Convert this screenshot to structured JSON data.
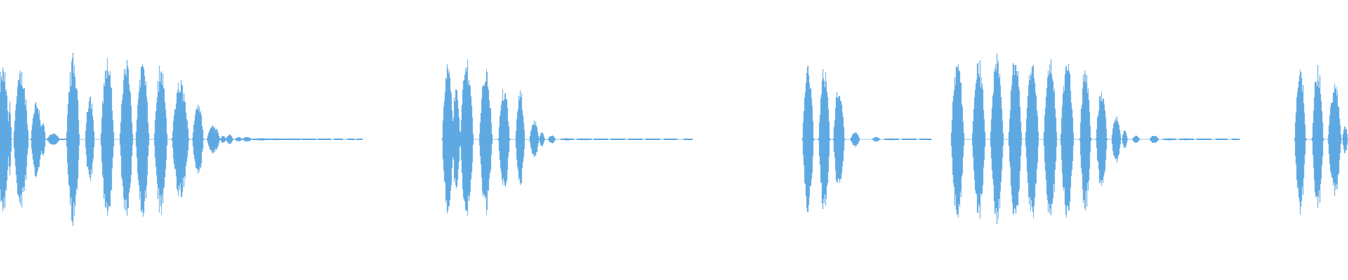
{
  "waveform": {
    "color": "#5fa9e2",
    "background": "#ffffff",
    "duration_units": 1920,
    "bursts": [
      {
        "pulses": [
          {
            "center": 4,
            "half_width": 7,
            "amp": 0.88
          },
          {
            "center": 14,
            "half_width": 2,
            "amp": 0.45
          },
          {
            "center": 30,
            "half_width": 8,
            "amp": 0.82
          },
          {
            "center": 52,
            "half_width": 6,
            "amp": 0.48
          },
          {
            "center": 61,
            "half_width": 3,
            "amp": 0.22
          },
          {
            "center": 76,
            "half_width": 7,
            "amp": 0.07
          }
        ],
        "tail": [
          {
            "center": 92,
            "half_width": 6,
            "amp": 0.01
          }
        ]
      },
      {
        "pulses": [
          {
            "center": 104,
            "half_width": 7,
            "amp": 1.0
          },
          {
            "center": 128,
            "half_width": 5,
            "amp": 0.55
          },
          {
            "center": 153,
            "half_width": 7,
            "amp": 0.98
          },
          {
            "center": 180,
            "half_width": 7,
            "amp": 0.96
          },
          {
            "center": 203,
            "half_width": 7,
            "amp": 0.95
          },
          {
            "center": 229,
            "half_width": 7,
            "amp": 0.87
          },
          {
            "center": 257,
            "half_width": 9,
            "amp": 0.7
          },
          {
            "center": 282,
            "half_width": 6,
            "amp": 0.46
          },
          {
            "center": 304,
            "half_width": 7,
            "amp": 0.18
          },
          {
            "center": 318,
            "half_width": 3,
            "amp": 0.05
          },
          {
            "center": 327,
            "half_width": 4,
            "amp": 0.06
          },
          {
            "center": 340,
            "half_width": 4,
            "amp": 0.03
          },
          {
            "center": 352,
            "half_width": 5,
            "amp": 0.03
          }
        ],
        "tail": [
          {
            "center": 372,
            "half_width": 9,
            "amp": 0.015
          },
          {
            "center": 395,
            "half_width": 10,
            "amp": 0.012
          },
          {
            "center": 418,
            "half_width": 8,
            "amp": 0.01
          },
          {
            "center": 440,
            "half_width": 8,
            "amp": 0.008
          },
          {
            "center": 462,
            "half_width": 7,
            "amp": 0.006
          },
          {
            "center": 482,
            "half_width": 5,
            "amp": 0.005
          },
          {
            "center": 500,
            "half_width": 4,
            "amp": 0.004
          },
          {
            "center": 512,
            "half_width": 3,
            "amp": 0.003
          }
        ]
      },
      {
        "pulses": [
          {
            "center": 638,
            "half_width": 6,
            "amp": 0.9
          },
          {
            "center": 650,
            "half_width": 4,
            "amp": 0.7
          },
          {
            "center": 665,
            "half_width": 7,
            "amp": 0.98
          },
          {
            "center": 692,
            "half_width": 7,
            "amp": 0.87
          },
          {
            "center": 718,
            "half_width": 6,
            "amp": 0.62
          },
          {
            "center": 741,
            "half_width": 5,
            "amp": 0.57
          },
          {
            "center": 761,
            "half_width": 5,
            "amp": 0.24
          },
          {
            "center": 772,
            "half_width": 3,
            "amp": 0.09
          },
          {
            "center": 786,
            "half_width": 4,
            "amp": 0.05
          }
        ],
        "tail": [
          {
            "center": 808,
            "half_width": 7,
            "amp": 0.015
          },
          {
            "center": 832,
            "half_width": 8,
            "amp": 0.012
          },
          {
            "center": 856,
            "half_width": 8,
            "amp": 0.01
          },
          {
            "center": 880,
            "half_width": 8,
            "amp": 0.008
          },
          {
            "center": 905,
            "half_width": 8,
            "amp": 0.006
          },
          {
            "center": 930,
            "half_width": 8,
            "amp": 0.005
          },
          {
            "center": 955,
            "half_width": 7,
            "amp": 0.004
          },
          {
            "center": 980,
            "half_width": 5,
            "amp": 0.003
          }
        ]
      },
      {
        "pulses": [
          {
            "center": 1151,
            "half_width": 6,
            "amp": 0.9
          },
          {
            "center": 1174,
            "half_width": 6,
            "amp": 0.87
          },
          {
            "center": 1195,
            "half_width": 6,
            "amp": 0.65
          },
          {
            "center": 1218,
            "half_width": 5,
            "amp": 0.09
          },
          {
            "center": 1248,
            "half_width": 4,
            "amp": 0.03
          }
        ],
        "tail": [
          {
            "center": 1270,
            "half_width": 8,
            "amp": 0.012
          },
          {
            "center": 1295,
            "half_width": 8,
            "amp": 0.008
          },
          {
            "center": 1318,
            "half_width": 6,
            "amp": 0.005
          }
        ]
      },
      {
        "pulses": [
          {
            "center": 1364,
            "half_width": 7,
            "amp": 0.95
          },
          {
            "center": 1394,
            "half_width": 7,
            "amp": 0.96
          },
          {
            "center": 1420,
            "half_width": 7,
            "amp": 0.97
          },
          {
            "center": 1446,
            "half_width": 7,
            "amp": 1.0
          },
          {
            "center": 1470,
            "half_width": 7,
            "amp": 1.0
          },
          {
            "center": 1496,
            "half_width": 7,
            "amp": 1.0
          },
          {
            "center": 1520,
            "half_width": 7,
            "amp": 0.95
          },
          {
            "center": 1546,
            "half_width": 6,
            "amp": 0.86
          },
          {
            "center": 1569,
            "half_width": 6,
            "amp": 0.6
          },
          {
            "center": 1590,
            "half_width": 5,
            "amp": 0.3
          },
          {
            "center": 1602,
            "half_width": 3,
            "amp": 0.12
          },
          {
            "center": 1618,
            "half_width": 4,
            "amp": 0.05
          },
          {
            "center": 1644,
            "half_width": 5,
            "amp": 0.05
          }
        ],
        "tail": [
          {
            "center": 1666,
            "half_width": 7,
            "amp": 0.015
          },
          {
            "center": 1690,
            "half_width": 8,
            "amp": 0.012
          },
          {
            "center": 1715,
            "half_width": 8,
            "amp": 0.009
          },
          {
            "center": 1740,
            "half_width": 6,
            "amp": 0.006
          },
          {
            "center": 1760,
            "half_width": 4,
            "amp": 0.004
          }
        ]
      },
      {
        "pulses": [
          {
            "center": 1852,
            "half_width": 6,
            "amp": 0.88
          },
          {
            "center": 1877,
            "half_width": 6,
            "amp": 0.87
          },
          {
            "center": 1901,
            "half_width": 7,
            "amp": 0.68
          },
          {
            "center": 1916,
            "half_width": 3,
            "amp": 0.18
          }
        ],
        "tail": []
      }
    ]
  }
}
